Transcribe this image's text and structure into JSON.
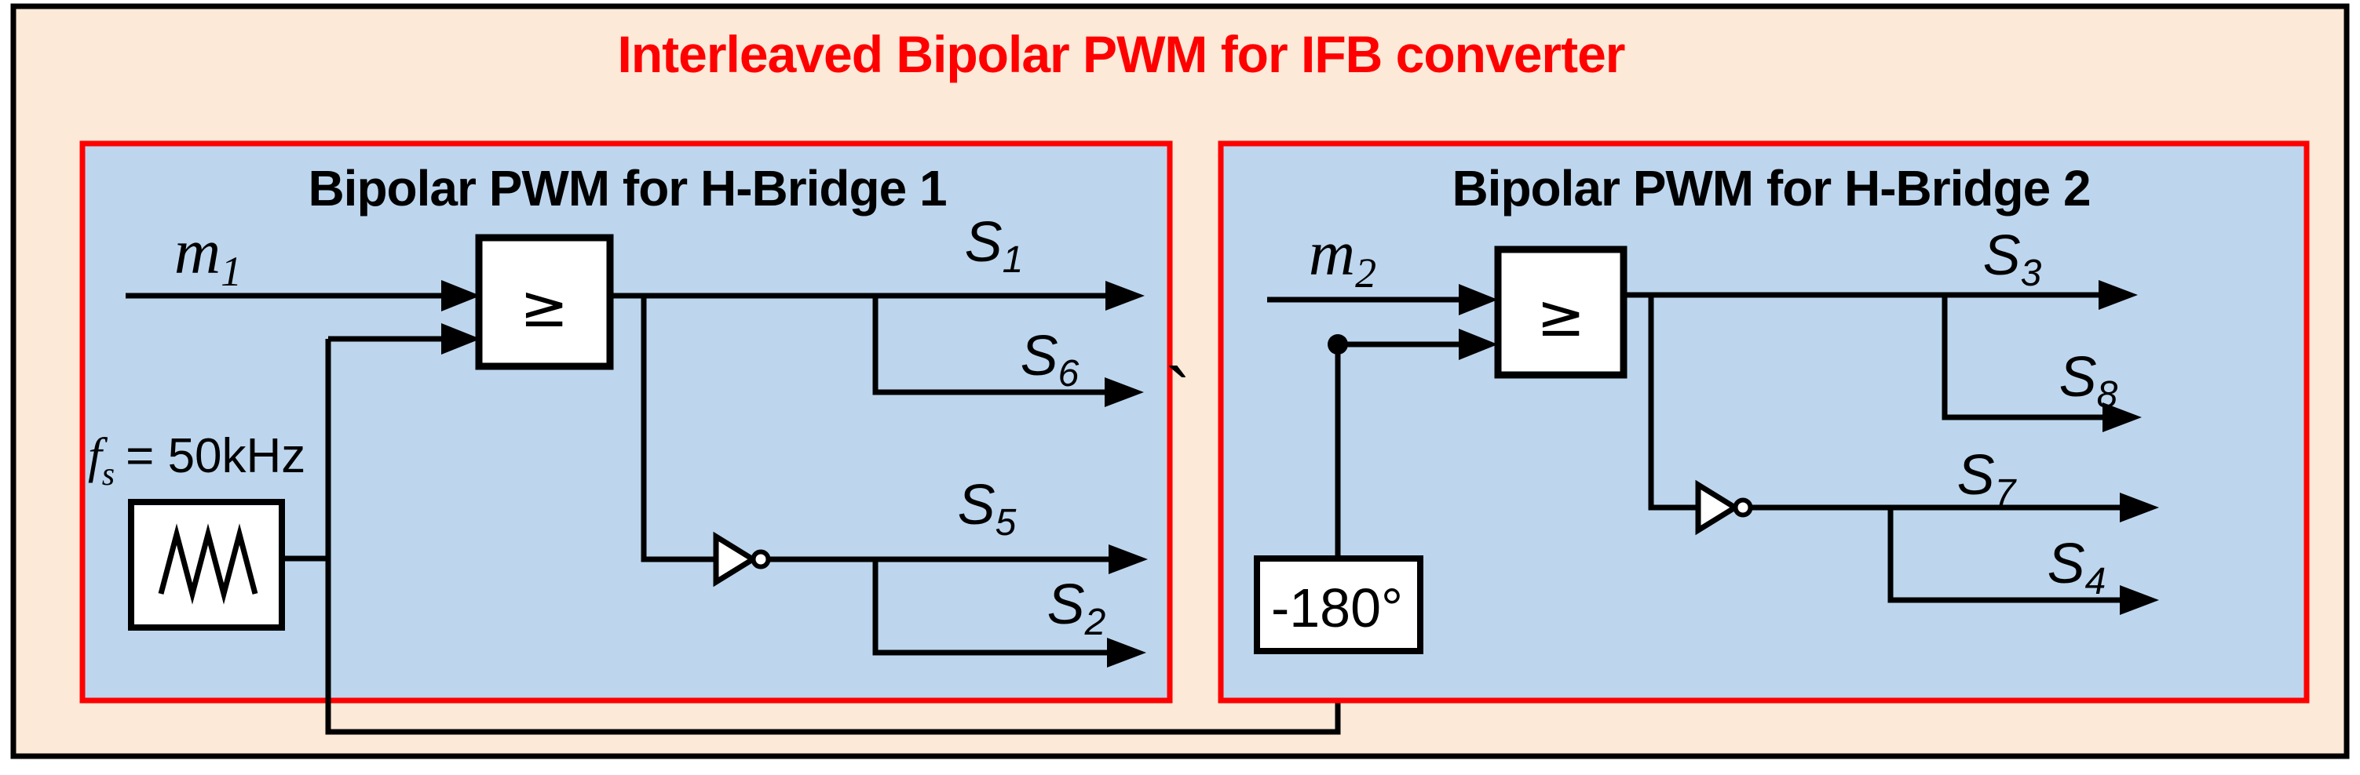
{
  "colors": {
    "page_background": "#ffffff",
    "frame_fill": "#fce9d8",
    "frame_border": "#000000",
    "panel_fill": "#bdd6ee",
    "panel_border": "#ff0000",
    "title_red": "#ff0000",
    "line_black": "#000000",
    "block_fill": "#ffffff"
  },
  "main_title": "Interleaved Bipolar PWM for IFB converter",
  "hbridge1": {
    "title": "Bipolar PWM for H-Bridge 1",
    "modulation": {
      "base": "m",
      "sub": "1"
    },
    "comparator": "≥",
    "carrier": {
      "base": "f",
      "sub": "s",
      "eq": "= 50kHz"
    },
    "outputs": {
      "s1": {
        "base": "S",
        "sub": "1"
      },
      "s6": {
        "base": "S",
        "sub": "6"
      },
      "s5": {
        "base": "S",
        "sub": "5"
      },
      "s2": {
        "base": "S",
        "sub": "2"
      }
    }
  },
  "hbridge2": {
    "title": "Bipolar PWM for H-Bridge 2",
    "modulation": {
      "base": "m",
      "sub": "2"
    },
    "comparator": "≥",
    "phase_shift": "-180°",
    "outputs": {
      "s3": {
        "base": "S",
        "sub": "3"
      },
      "s8": {
        "base": "S",
        "sub": "8"
      },
      "s7": {
        "base": "S",
        "sub": "7"
      },
      "s4": {
        "base": "S",
        "sub": "4"
      }
    }
  },
  "stray_mark": "`"
}
